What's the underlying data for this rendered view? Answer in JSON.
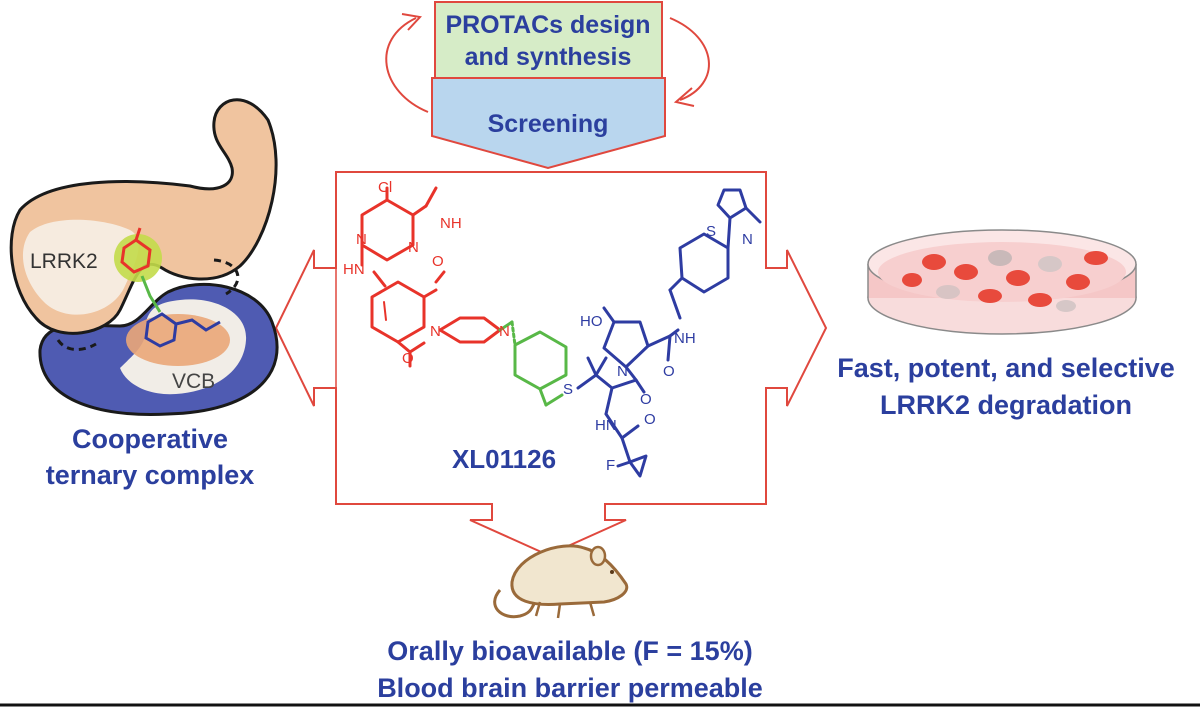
{
  "colors": {
    "frame_red": "#e0483e",
    "label_blue": "#2b3f9e",
    "warhead_red": "#e8332a",
    "linker_green": "#58b847",
    "ligand_blue": "#2e3ca2",
    "box_green": "#d6ecc7",
    "box_blue": "#b9d6ee",
    "protein_orange": "#f0c49f",
    "protein_blue": "#4f5bb2"
  },
  "workflow": {
    "design_line1": "PROTACs design",
    "design_line2": "and synthesis",
    "screening": "Screening"
  },
  "ternary": {
    "protein1": "LRRK2",
    "protein2": "VCB",
    "caption_line1": "Cooperative",
    "caption_line2": "ternary complex"
  },
  "degradation": {
    "caption_line1": "Fast, potent, and selective",
    "caption_line2": "LRRK2 degradation"
  },
  "compound": {
    "name": "XL01126",
    "atoms": {
      "cl": "Cl",
      "nh_methyl": "NH",
      "n_ring": "N",
      "hn_aniline": "HN",
      "methoxy_o": "O",
      "amide_o": "O",
      "n_piperazine1": "N",
      "n_piperazine2": "N",
      "s_thioether": "S",
      "ho": "HO",
      "n_pyrrolidine": "N",
      "o_amide1": "O",
      "o_amide2": "O",
      "nh_benzyl": "NH",
      "s_thiazole": "S",
      "n_thiazole": "N",
      "hn_cap": "HN",
      "o_cap": "O",
      "f": "F"
    }
  },
  "in_vivo": {
    "caption_line1": "Orally bioavailable (F = 15%)",
    "caption_line2": "Blood brain barrier permeable"
  }
}
